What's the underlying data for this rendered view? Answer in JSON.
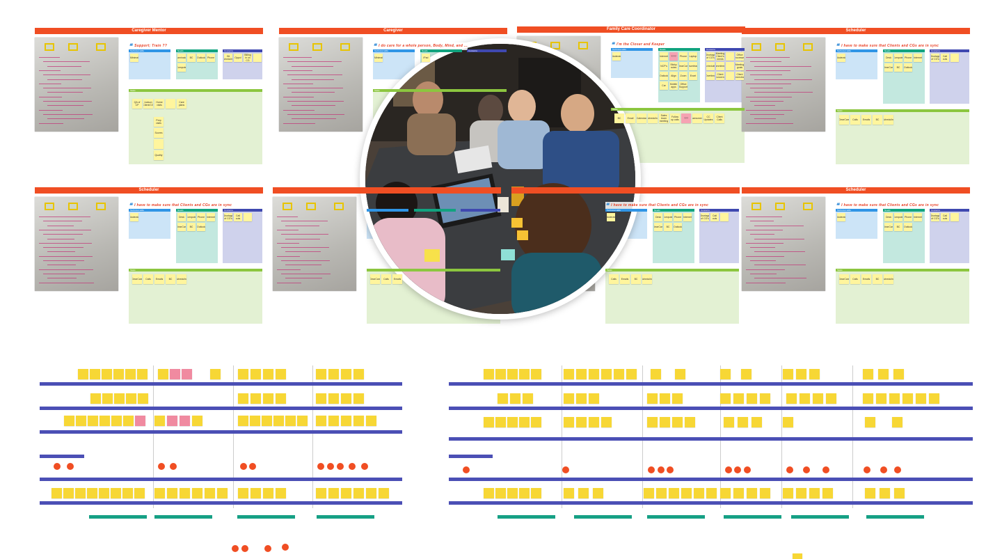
{
  "boards": [
    {
      "title": "Caregiver Mentor",
      "quote": "Support; Train ??",
      "variant": "short",
      "categories": [
        {
          "name": "Technical skills",
          "color": "#2f95e6",
          "bg": "#cce4f7",
          "stickies": [
            "Minimal"
          ]
        },
        {
          "name": "Needs",
          "color": "#11a37f",
          "bg": "#c3e8df",
          "stickies": [
            "Laminator",
            "BC",
            "Outlook",
            "Phone",
            "Computer"
          ]
        },
        {
          "name": "Concerns",
          "color": "#3f48b0",
          "bg": "#cfd2ec",
          "stickies": [
            "Git Scheduling",
            "Oppo!",
            "Billing in on CG",
            ""
          ]
        }
      ],
      "tasks": {
        "name": "Tasks",
        "stickies": [
          "QA of CP",
          "Liaison Client/CG",
          "Home visits",
          "",
          "Care plans",
          "Prep visits",
          "Scores",
          "",
          "Quality"
        ]
      }
    },
    {
      "title": "Caregiver",
      "quote": "I do care for a whole person, Body, Mind, and ...",
      "variant": "short",
      "categories": [
        {
          "name": "Technical skills",
          "color": "#2f95e6",
          "bg": "#cce4f7",
          "stickies": [
            "Minimal"
          ]
        },
        {
          "name": "Needs",
          "color": "#11a37f",
          "bg": "#c3e8df",
          "stickies": [
            "iPad"
          ]
        },
        {
          "name": "Concerns",
          "color": "#3f48b0",
          "bg": "#cfd2ec",
          "stickies": []
        }
      ],
      "tasks": {
        "name": "Tasks",
        "stickies": []
      }
    },
    {
      "title": "Family Care Coordinator",
      "quote": "I'm the Closer and Keeper",
      "variant": "tall",
      "categories": [
        {
          "name": "Technical skills",
          "color": "#2f95e6",
          "bg": "#cce4f7",
          "stickies": [
            "Moderate"
          ]
        },
        {
          "name": "Needs",
          "color": "#11a37f",
          "bg": "#c3e8df",
          "stickies": [
            "Internet",
            "????",
            "Phone",
            "Laptop",
            "NCP's",
            "Sticky notes",
            "ClearCare",
            "Thumbtack",
            "Outlook",
            "Align",
            "Zoom",
            "Excel",
            "Car",
            "Mobile apps",
            "Office Support"
          ]
        },
        {
          "name": "Concerns",
          "color": "#3f48b0",
          "bg": "#cfd2ec",
          "stickies": [
            "Shortage of CG's",
            "Meeting Client's needs",
            "",
            "Office processes",
            "Schedules",
            "Commitment",
            "",
            "Meeting goals",
            "Overtime",
            "Client Concerns",
            "",
            "Client connections"
          ]
        }
      ],
      "tasks": {
        "name": "Tasks",
        "stickies": [
          "BC",
          "Email",
          "Calendar",
          "Scheduling",
          "Sales team meeting",
          "Follow up calls",
          "???",
          "Assessments",
          "CC Updates",
          "Client Calls"
        ]
      }
    },
    {
      "title": "Scheduler",
      "quote": "I have to make sure that Clients and CGs are in sync",
      "variant": "tall",
      "categories": [
        {
          "name": "Technical skills",
          "color": "#2f95e6",
          "bg": "#cce4f7",
          "stickies": [
            "Moderate"
          ]
        },
        {
          "name": "Needs",
          "color": "#11a37f",
          "bg": "#c3e8df",
          "stickies": [
            "Desk",
            "Computer",
            "Phone",
            "Internet",
            "ClearCare",
            "BC",
            "Outlook"
          ]
        },
        {
          "name": "Concerns",
          "color": "#3f48b0",
          "bg": "#cfd2ec",
          "stickies": [
            "Shortage of CG's",
            "Call outs",
            ""
          ]
        }
      ],
      "tasks": {
        "name": "Tasks",
        "stickies": [
          "ClearCare",
          "Calls",
          "Emails",
          "BC",
          "Scheduling"
        ]
      }
    },
    {
      "title": "Scheduler",
      "quote": "I have to make sure that Clients and CGs are in sync",
      "variant": "tall",
      "categories": [
        {
          "name": "Technical skills",
          "color": "#2f95e6",
          "bg": "#cce4f7",
          "stickies": [
            "Moderate"
          ]
        },
        {
          "name": "Needs",
          "color": "#11a37f",
          "bg": "#c3e8df",
          "stickies": [
            "Desk",
            "Computer",
            "Phone",
            "Internet",
            "ClearCare",
            "BC",
            "Outlook"
          ]
        },
        {
          "name": "Concerns",
          "color": "#3f48b0",
          "bg": "#cfd2ec",
          "stickies": [
            "Shortage of CG's",
            "Call outs",
            ""
          ]
        }
      ],
      "tasks": {
        "name": "Tasks",
        "stickies": [
          "ClearCare",
          "Calls",
          "Emails",
          "BC",
          "Scheduling"
        ]
      }
    },
    {
      "title": "",
      "quote": "",
      "variant": "tall",
      "categories": [
        {
          "name": "",
          "color": "#2f95e6",
          "bg": "#cce4f7",
          "stickies": []
        },
        {
          "name": "",
          "color": "#11a37f",
          "bg": "#c3e8df",
          "stickies": []
        },
        {
          "name": "",
          "color": "#3f48b0",
          "bg": "#cfd2ec",
          "stickies": []
        }
      ],
      "tasks": {
        "name": "",
        "stickies": [
          "ClearCare",
          "Calls",
          "Emails"
        ]
      }
    },
    {
      "title": "",
      "quote": "I have to make sure that Clients and CGs are in sync",
      "variant": "tall",
      "categories": [
        {
          "name": "Technical skills",
          "color": "#2f95e6",
          "bg": "#cce4f7",
          "stickies": [
            "Moderate"
          ]
        },
        {
          "name": "Needs",
          "color": "#11a37f",
          "bg": "#c3e8df",
          "stickies": [
            "Desk",
            "Computer",
            "Phone",
            "Internet",
            "ClearCare",
            "BC",
            "Outlook"
          ]
        },
        {
          "name": "Concerns",
          "color": "#3f48b0",
          "bg": "#cfd2ec",
          "stickies": [
            "Shortage of CG's",
            "Call outs",
            ""
          ]
        }
      ],
      "tasks": {
        "name": "Tasks",
        "stickies": [
          "Calls",
          "Emails",
          "BC",
          "Scheduling"
        ]
      }
    },
    {
      "title": "Scheduler",
      "quote": "I have to make sure that Clients and CGs are in sync",
      "variant": "tall",
      "categories": [
        {
          "name": "Technical skills",
          "color": "#2f95e6",
          "bg": "#cce4f7",
          "stickies": [
            "Moderate"
          ]
        },
        {
          "name": "Needs",
          "color": "#11a37f",
          "bg": "#c3e8df",
          "stickies": [
            "Desk",
            "Computer",
            "Phone",
            "Internet",
            "ClearCare",
            "BC",
            "Outlook"
          ]
        },
        {
          "name": "Concerns",
          "color": "#3f48b0",
          "bg": "#cfd2ec",
          "stickies": [
            "Shortage of CG's",
            "Call outs",
            ""
          ]
        }
      ],
      "tasks": {
        "name": "Tasks",
        "stickies": [
          "ClearCare",
          "Calls",
          "Emails",
          "BC",
          "Scheduling"
        ]
      }
    }
  ],
  "colors": {
    "header": "#f04e23",
    "lane": "#4b4fb5",
    "sticky": "#f7d735",
    "dot": "#f04e23",
    "phase": "#16a085"
  },
  "photo": {
    "description_icon": "team-workshop-photo"
  }
}
